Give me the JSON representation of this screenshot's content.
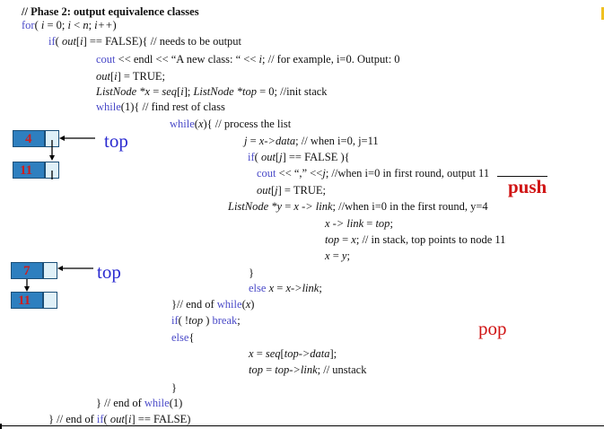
{
  "code": {
    "l1": "// Phase 2: output equivalence classes",
    "l2a": "for",
    "l2b": "( ",
    "l2c": "i",
    "l2d": " = 0; ",
    "l2e": "i",
    "l2f": " < ",
    "l2g": "n",
    "l2h": "; ",
    "l2i": "i++",
    "l2j": ")",
    "l3a": "if",
    "l3b": "( ",
    "l3c": "out",
    "l3d": "[",
    "l3e": "i",
    "l3f": "] == FALSE){ // needs to be output",
    "l4a": "cout",
    "l4b": " << endl << “A new class: “ << ",
    "l4c": "i",
    "l4d": "; // for example, i=0. Output: 0",
    "l5a": "out",
    "l5b": "[",
    "l5c": "i",
    "l5d": "] = TRUE;",
    "l6a": "ListNode *x",
    "l6b": " = ",
    "l6c": "seq",
    "l6d": "[",
    "l6e": "i",
    "l6f": "]; ",
    "l6g": "ListNode *top",
    "l6h": " = 0; //init stack",
    "l7a": "while",
    "l7b": "(1){ // find rest of class",
    "l8a": "while",
    "l8b": "(",
    "l8c": "x",
    "l8d": "){ // process the list",
    "l9a": "j",
    "l9b": " = ",
    "l9c": "x->data",
    "l9d": "; // when i=0, j=11",
    "l10a": "if",
    "l10b": "( ",
    "l10c": "out",
    "l10d": "[",
    "l10e": "j",
    "l10f": "] == FALSE ){",
    "l11a": "cout",
    "l11b": " << “,” <<",
    "l11c": "j",
    "l11d": "; //when i=0 in first round, output 11",
    "l12a": "out",
    "l12b": "[",
    "l12c": "j",
    "l12d": "] = TRUE;",
    "l13a": "ListNode *y",
    "l13b": " = ",
    "l13c": "x -> link",
    "l13d": "; //when i=0 in the first round, y=4",
    "l14a": "x -> link",
    "l14b": " = ",
    "l14c": "top",
    "l14d": ";",
    "l15a": "top",
    "l15b": " = ",
    "l15c": "x",
    "l15d": "; // in stack, top points to node 11",
    "l16a": "x",
    "l16b": " = ",
    "l16c": "y",
    "l16d": ";",
    "l17": "}",
    "l18a": "else",
    "l18b": " x",
    "l18c": " = ",
    "l18d": "x->link",
    "l18e": ";",
    "l19a": "}// end of ",
    "l19b": "while",
    "l19c": "(",
    "l19d": "x",
    "l19e": ")",
    "l20a": "if",
    "l20b": "( !",
    "l20c": "top",
    "l20d": " ) ",
    "l20e": "break",
    "l20f": ";",
    "l21a": "else",
    "l21b": "{",
    "l22a": "x",
    "l22b": " = ",
    "l22c": "seq",
    "l22d": "[",
    "l22e": "top->data",
    "l22f": "];",
    "l23a": "top",
    "l23b": " = ",
    "l23c": "top->link",
    "l23d": "; // unstack",
    "l24": "}",
    "l25a": "} // end of ",
    "l25b": "while",
    "l25c": "(1)",
    "l26a": "} // end of ",
    "l26b": "if",
    "l26c": "( ",
    "l26d": "out",
    "l26e": "[",
    "l26f": "i",
    "l26g": "] == FALSE)"
  },
  "annotations": {
    "top1": "top",
    "top2": "top",
    "push": "push",
    "pop": "pop"
  },
  "nodes": {
    "n1": "4",
    "n2": "11",
    "n3": "7",
    "n4": "11"
  },
  "colors": {
    "keyword": "#4a4ac8",
    "top_label": "#2b2bd0",
    "push_pop": "#d01414",
    "node_fill": "#2e7fbf",
    "node_value": "#cc1f1f"
  }
}
